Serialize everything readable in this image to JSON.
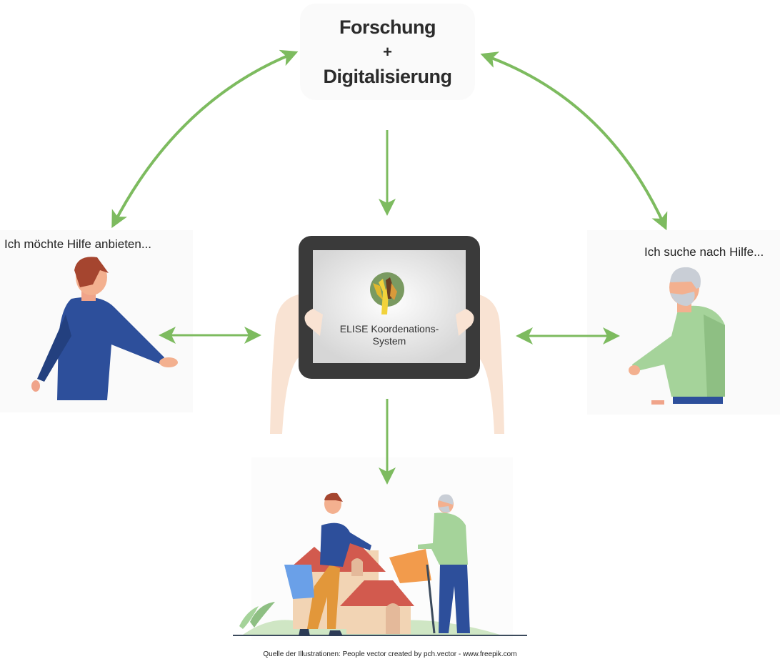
{
  "top": {
    "line1": "Forschung",
    "line2": "+",
    "line3": "Digitalisierung"
  },
  "left_caption": "Ich möchte Hilfe anbieten...",
  "right_caption": "Ich suche nach Hilfe...",
  "tablet": {
    "title_line1": "ELISE Koordenations-",
    "title_line2": "System",
    "logo_icon": "raised-hands-logo-icon"
  },
  "source_note": "Quelle der Illustrationen: People vector created by pch.vector - www.freepik.com",
  "colors": {
    "arrow": "#7dbb5f",
    "helper_shirt": "#2d4f9b",
    "senior_shirt": "#a5d39a",
    "tablet_frame": "#3a3a3a",
    "logo_circle": "#7a9a61",
    "roof": "#d25a4e"
  }
}
